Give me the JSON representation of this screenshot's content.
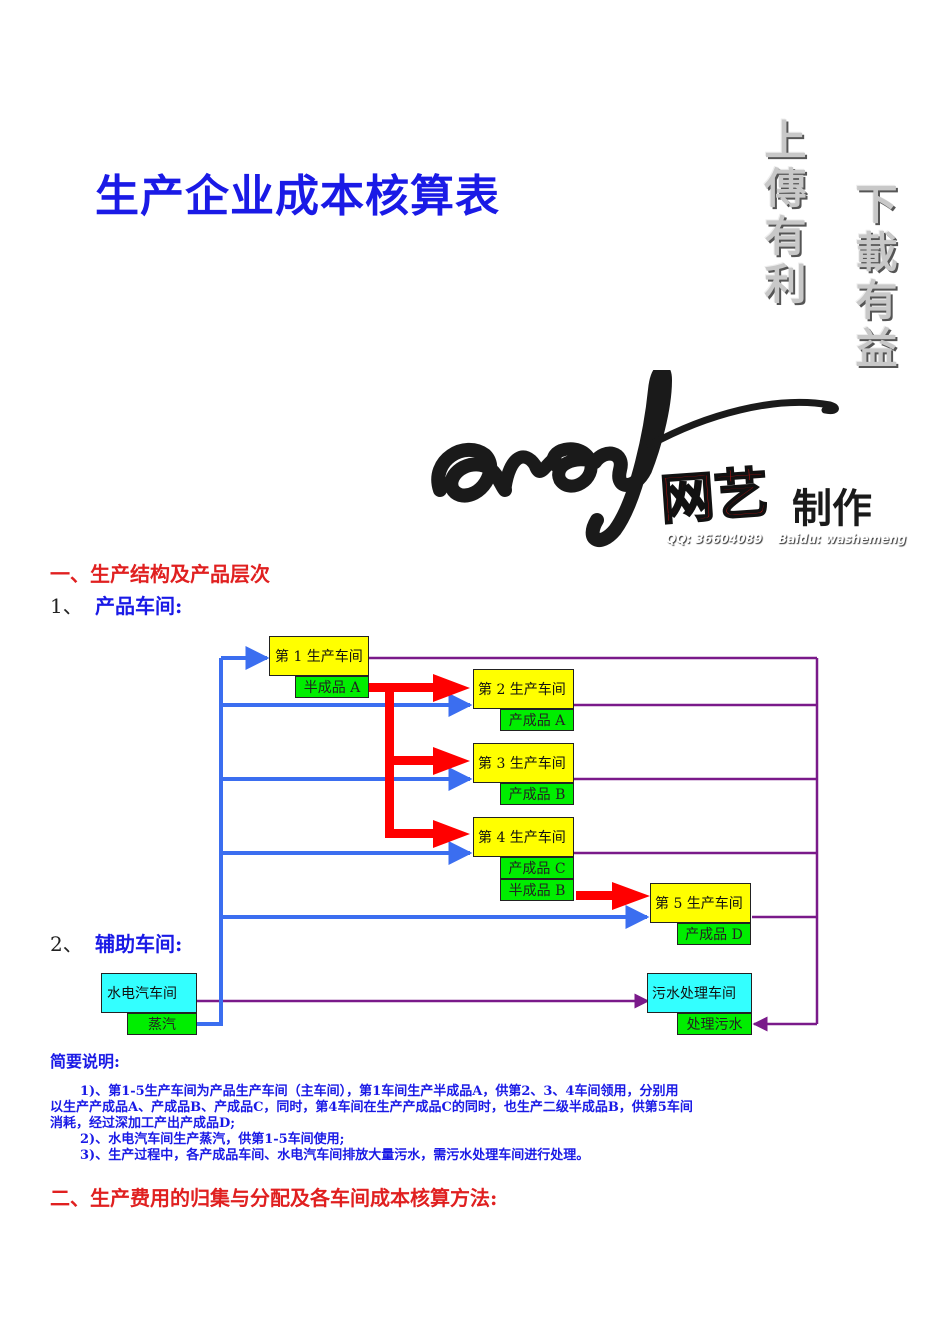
{
  "title": "生产企业成本核算表",
  "slogan": {
    "left": "上傳有利",
    "right": "下載有益"
  },
  "brand": {
    "signature": "aroy",
    "main": "网艺",
    "sub": "制作",
    "qq": "QQ: 36604089",
    "baidu": "Baidu: washemeng"
  },
  "section1": {
    "heading": "一、生产结构及产品层次",
    "item1_num": "1、",
    "item1_label": "产品车间:",
    "item2_num": "2、",
    "item2_label": "辅助车间:"
  },
  "workshops": {
    "w1": {
      "name": "第 1 生产车间",
      "products": [
        "半成品 A"
      ]
    },
    "w2": {
      "name": "第 2 生产车间",
      "products": [
        "产成品 A"
      ]
    },
    "w3": {
      "name": "第 3 生产车间",
      "products": [
        "产成品 B"
      ]
    },
    "w4": {
      "name": "第 4 生产车间",
      "products": [
        "产成品 C",
        "半成品 B"
      ]
    },
    "w5": {
      "name": "第 5 生产车间",
      "products": [
        "产成品 D"
      ]
    },
    "utility": {
      "name": "水电汽车间",
      "products": [
        "蒸汽"
      ]
    },
    "sewage": {
      "name": "污水处理车间",
      "products": [
        "处理污水"
      ]
    }
  },
  "colors": {
    "title_blue": "#1a1ae6",
    "heading_red": "#e02020",
    "steam_arrow": "#3b6ef0",
    "material_arrow": "#ff0000",
    "sewage_line": "#7a1a8a",
    "main_box": "#ffff00",
    "aux_box": "#33ffff",
    "product_box": "#00ee00"
  },
  "notes": {
    "title": "简要说明:",
    "n1a": "1)、第1-5生产车间为产品生产车间（主车间），第1车间生产半成品A，供第2、3、4车间领用，分别用",
    "n1b": "以生产产成品A、产成品B、产成品C，同时，第4车间在生产产成品C的同时，也生产二级半成品B，供第5车间",
    "n1c": "消耗，经过深加工产出产成品D;",
    "n2": "2)、水电汽车间生产蒸汽，供第1-5车间使用;",
    "n3": "3)、生产过程中，各产成品车间、水电汽车间排放大量污水，需污水处理车间进行处理。"
  },
  "section2": {
    "heading": "二、生产费用的归集与分配及各车间成本核算方法:"
  }
}
